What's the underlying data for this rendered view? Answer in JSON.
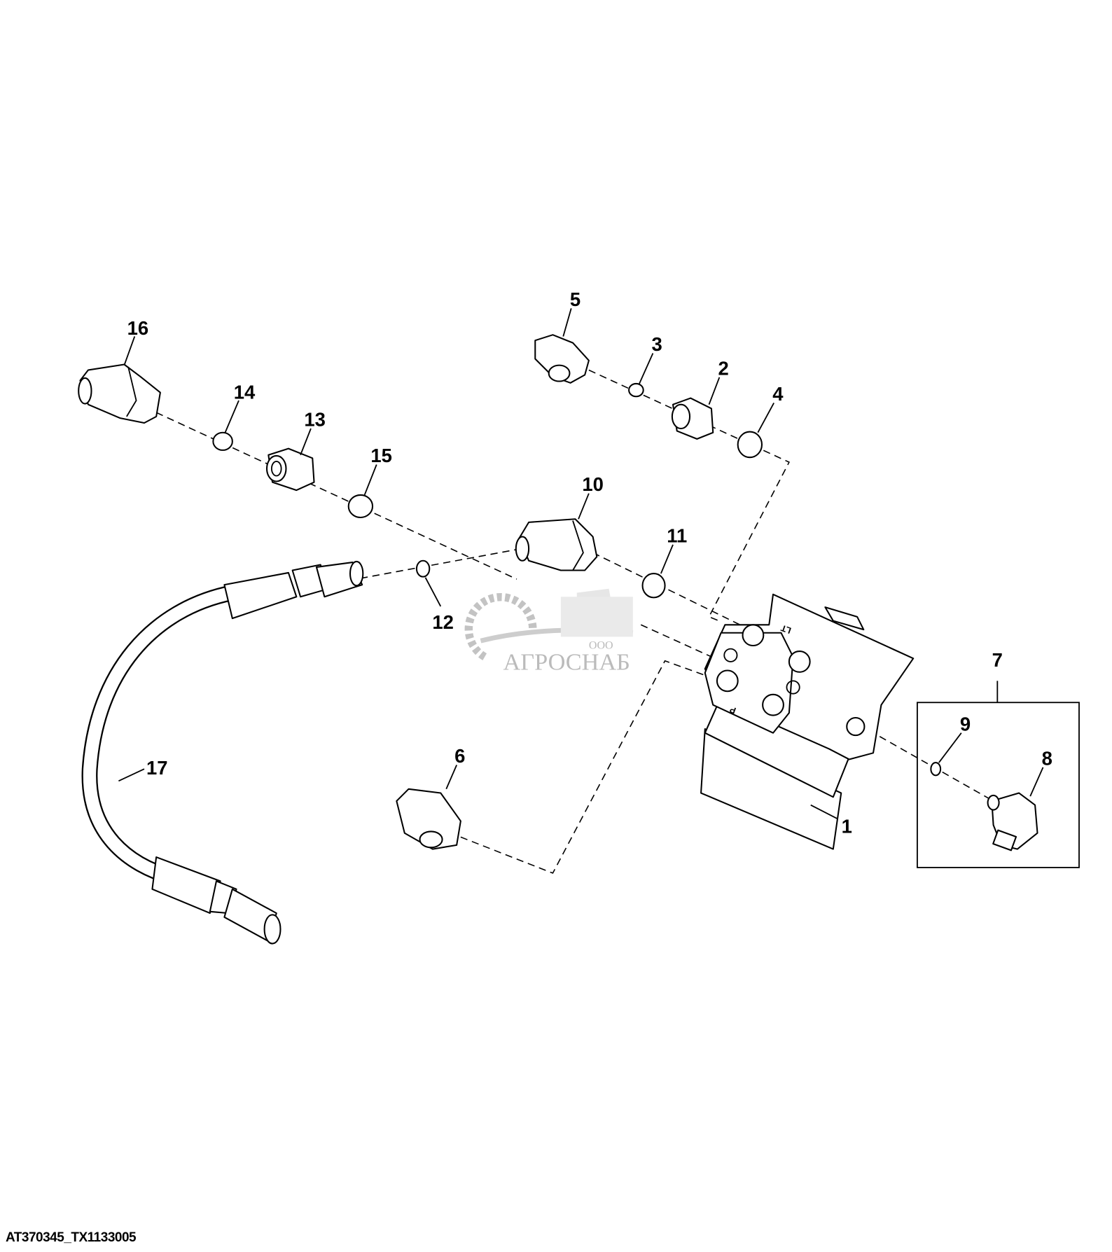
{
  "figure_id": "AT370345_TX1133005",
  "watermark": {
    "prefix": "ООО",
    "name": "АГРОСНАБ"
  },
  "callouts": {
    "c1": "1",
    "c2": "2",
    "c3": "3",
    "c4": "4",
    "c5": "5",
    "c6": "6",
    "c7": "7",
    "c8": "8",
    "c9": "9",
    "c10": "10",
    "c11": "11",
    "c12": "12",
    "c13": "13",
    "c14": "14",
    "c15": "15",
    "c16": "16",
    "c17": "17"
  },
  "pump_port_labels": {
    "left_turn": "LT",
    "pressure": "P"
  }
}
